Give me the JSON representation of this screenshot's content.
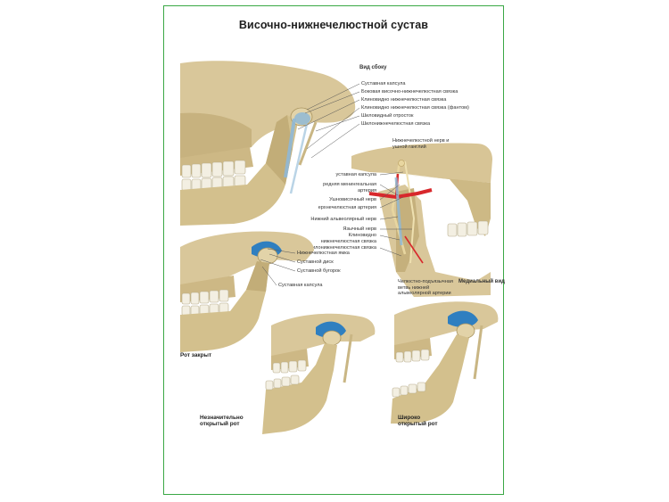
{
  "title": "Височно-нижнечелюстной сустав",
  "lateral": {
    "caption": "Вид сбоку",
    "labels": [
      "Суставная капсула",
      "Боковая височно-нижнечелюстная связка",
      "Клиновидно нижнечелюстная связка",
      "Клиновидно нижнечелюстная связка (фантом)",
      "Шиловидный отросток",
      "Шилонижнечелюстная связка"
    ]
  },
  "medial": {
    "caption": "Медиальный вид",
    "top_label": "Нижнечелюстной нерв и ушной ганглий",
    "left_labels": [
      "уставная капсула",
      "редняя менингеальная артерия",
      "Ушновисочный нерв",
      "ерхнечелюстная артерия",
      "Нижний альвеолярный нерв",
      "Язычный нерв",
      "Клиновидно нижнечелюстная связка",
      "Шилонижнечелюстная связка"
    ],
    "bottom_label": "Челюстно-подъязычная ветвь нижней альвеолярной артерии"
  },
  "closed": {
    "caption": "Рот закрыт",
    "labels": [
      "Нижнечелюстная ямка",
      "Суставной диск",
      "Суставной бугорок"
    ],
    "capsule_label": "Суставная капсула"
  },
  "slightly_open": {
    "caption": "Незначительно открытый рот"
  },
  "wide_open": {
    "caption": "Широко открытый рот"
  },
  "colors": {
    "frame": "#3aa845",
    "bone": "#d9c79a",
    "bone_shadow": "#b09c6a",
    "ligament": "#8fb8d6",
    "disc": "#2f7fc0",
    "artery": "#d8282c",
    "nerve": "#e8d6a0",
    "teeth": "#f3efe2"
  }
}
